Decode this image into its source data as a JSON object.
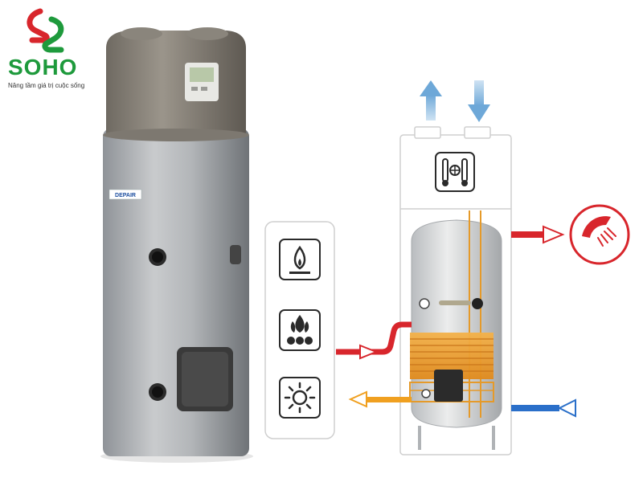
{
  "logo": {
    "wordmark": "SOHO",
    "tagline": "Nâng tầm giá trị cuộc sống",
    "colors": {
      "red": "#d8262c",
      "green": "#1e9a3c"
    }
  },
  "product": {
    "brand_badge": "DEPAIR"
  },
  "diagram": {
    "heat_sources": [
      {
        "icon": "gas-flame-icon"
      },
      {
        "icon": "solid-fuel-icon"
      },
      {
        "icon": "solar-sun-icon"
      }
    ],
    "airflow": {
      "exhaust_color": "#7fb6e0",
      "intake_color": "#7fb6e0"
    },
    "pipe_colors": {
      "hot_out": "#d8262c",
      "heating_in": "#d8262c",
      "solar_in": "#f0a020",
      "cold_in": "#2a6fc9"
    },
    "outputs": [
      {
        "icon": "shower-head-icon"
      }
    ]
  }
}
